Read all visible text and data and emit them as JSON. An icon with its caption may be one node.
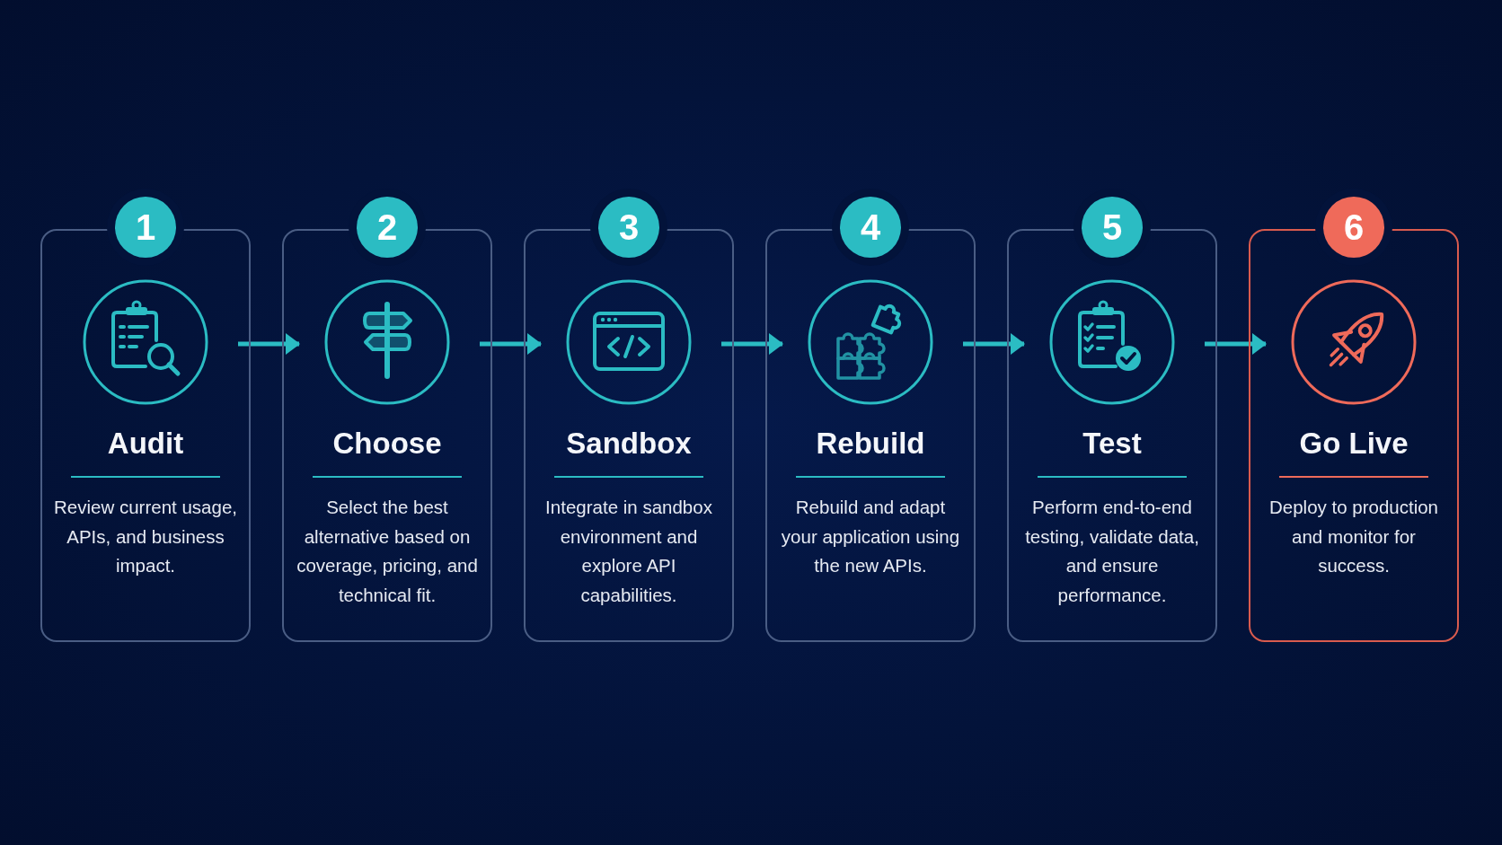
{
  "diagram": {
    "nodes": [
      {
        "text": [
          "1"
        ]
      },
      {
        "text": [
          "Audit",
          "Review current usage, APIs, and business impact."
        ]
      },
      {
        "text": [
          "2"
        ]
      },
      {
        "text": [
          "Choose",
          "Select the best alternative based on coverage, pricing, and technical fit."
        ]
      },
      {
        "text": [
          "3"
        ]
      },
      {
        "text": [
          "Sandbox",
          "Integrate in sandbox environment and explore API capabilities."
        ]
      },
      {
        "text": [
          "4"
        ]
      },
      {
        "text": [
          "Rebuild",
          "Rebuild and adapt your application using the new APIs."
        ]
      },
      {
        "text": [
          "5"
        ]
      },
      {
        "text": [
          "Test",
          "Perform end-to-end testing, validate data, and ensure performance."
        ]
      },
      {
        "text": [
          "6"
        ]
      },
      {
        "text": [
          "Go Live",
          "Deploy to production and monitor for success."
        ]
      }
    ],
    "edges": [
      {
        "from": 1,
        "to": 3,
        "arrow": "to"
      },
      {
        "from": 3,
        "to": 5,
        "arrow": "to"
      },
      {
        "from": 5,
        "to": 7,
        "arrow": "to"
      },
      {
        "from": 7,
        "to": 9,
        "arrow": "to"
      },
      {
        "from": 9,
        "to": 11,
        "arrow": "to"
      }
    ]
  }
}
